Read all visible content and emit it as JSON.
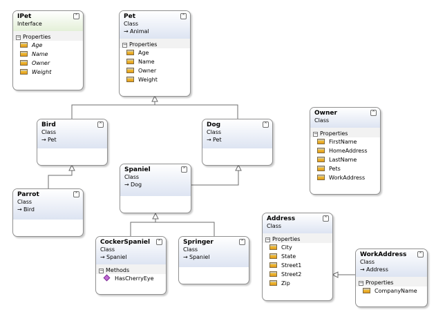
{
  "boxes": {
    "ipet": {
      "title": "IPet",
      "kind": "Interface",
      "sections": [
        {
          "label": "Properties",
          "members": [
            "Age",
            "Name",
            "Owner",
            "Weight"
          ]
        }
      ]
    },
    "pet": {
      "title": "Pet",
      "kind": "Class",
      "base": "Animal",
      "sections": [
        {
          "label": "Properties",
          "members": [
            "Age",
            "Name",
            "Owner",
            "Weight"
          ]
        }
      ]
    },
    "bird": {
      "title": "Bird",
      "kind": "Class",
      "base": "Pet"
    },
    "dog": {
      "title": "Dog",
      "kind": "Class",
      "base": "Pet"
    },
    "owner": {
      "title": "Owner",
      "kind": "Class",
      "sections": [
        {
          "label": "Properties",
          "members": [
            "FirstName",
            "HomeAddress",
            "LastName",
            "Pets",
            "WorkAddress"
          ]
        }
      ]
    },
    "parrot": {
      "title": "Parrot",
      "kind": "Class",
      "base": "Bird"
    },
    "spaniel": {
      "title": "Spaniel",
      "kind": "Class",
      "base": "Dog"
    },
    "cockerspaniel": {
      "title": "CockerSpaniel",
      "kind": "Class",
      "base": "Spaniel",
      "sections": [
        {
          "label": "Methods",
          "members": [
            "HasCherryEye"
          ]
        }
      ]
    },
    "springer": {
      "title": "Springer",
      "kind": "Class",
      "base": "Spaniel"
    },
    "address": {
      "title": "Address",
      "kind": "Class",
      "sections": [
        {
          "label": "Properties",
          "members": [
            "City",
            "State",
            "Street1",
            "Street2",
            "Zip"
          ]
        }
      ]
    },
    "workaddress": {
      "title": "WorkAddress",
      "kind": "Class",
      "base": "Address",
      "sections": [
        {
          "label": "Properties",
          "members": [
            "CompanyName"
          ]
        }
      ]
    }
  },
  "glyphs": {
    "collapse": "⌃",
    "section_toggle": "−",
    "inherits_arrow": "→"
  },
  "icons": {
    "property": "property-icon",
    "method": "method-icon"
  },
  "colors": {
    "header_class": "#dde4f2",
    "header_interface": "#e4f0d8",
    "border": "#8f8f8f",
    "connector": "#6b6b6b"
  }
}
